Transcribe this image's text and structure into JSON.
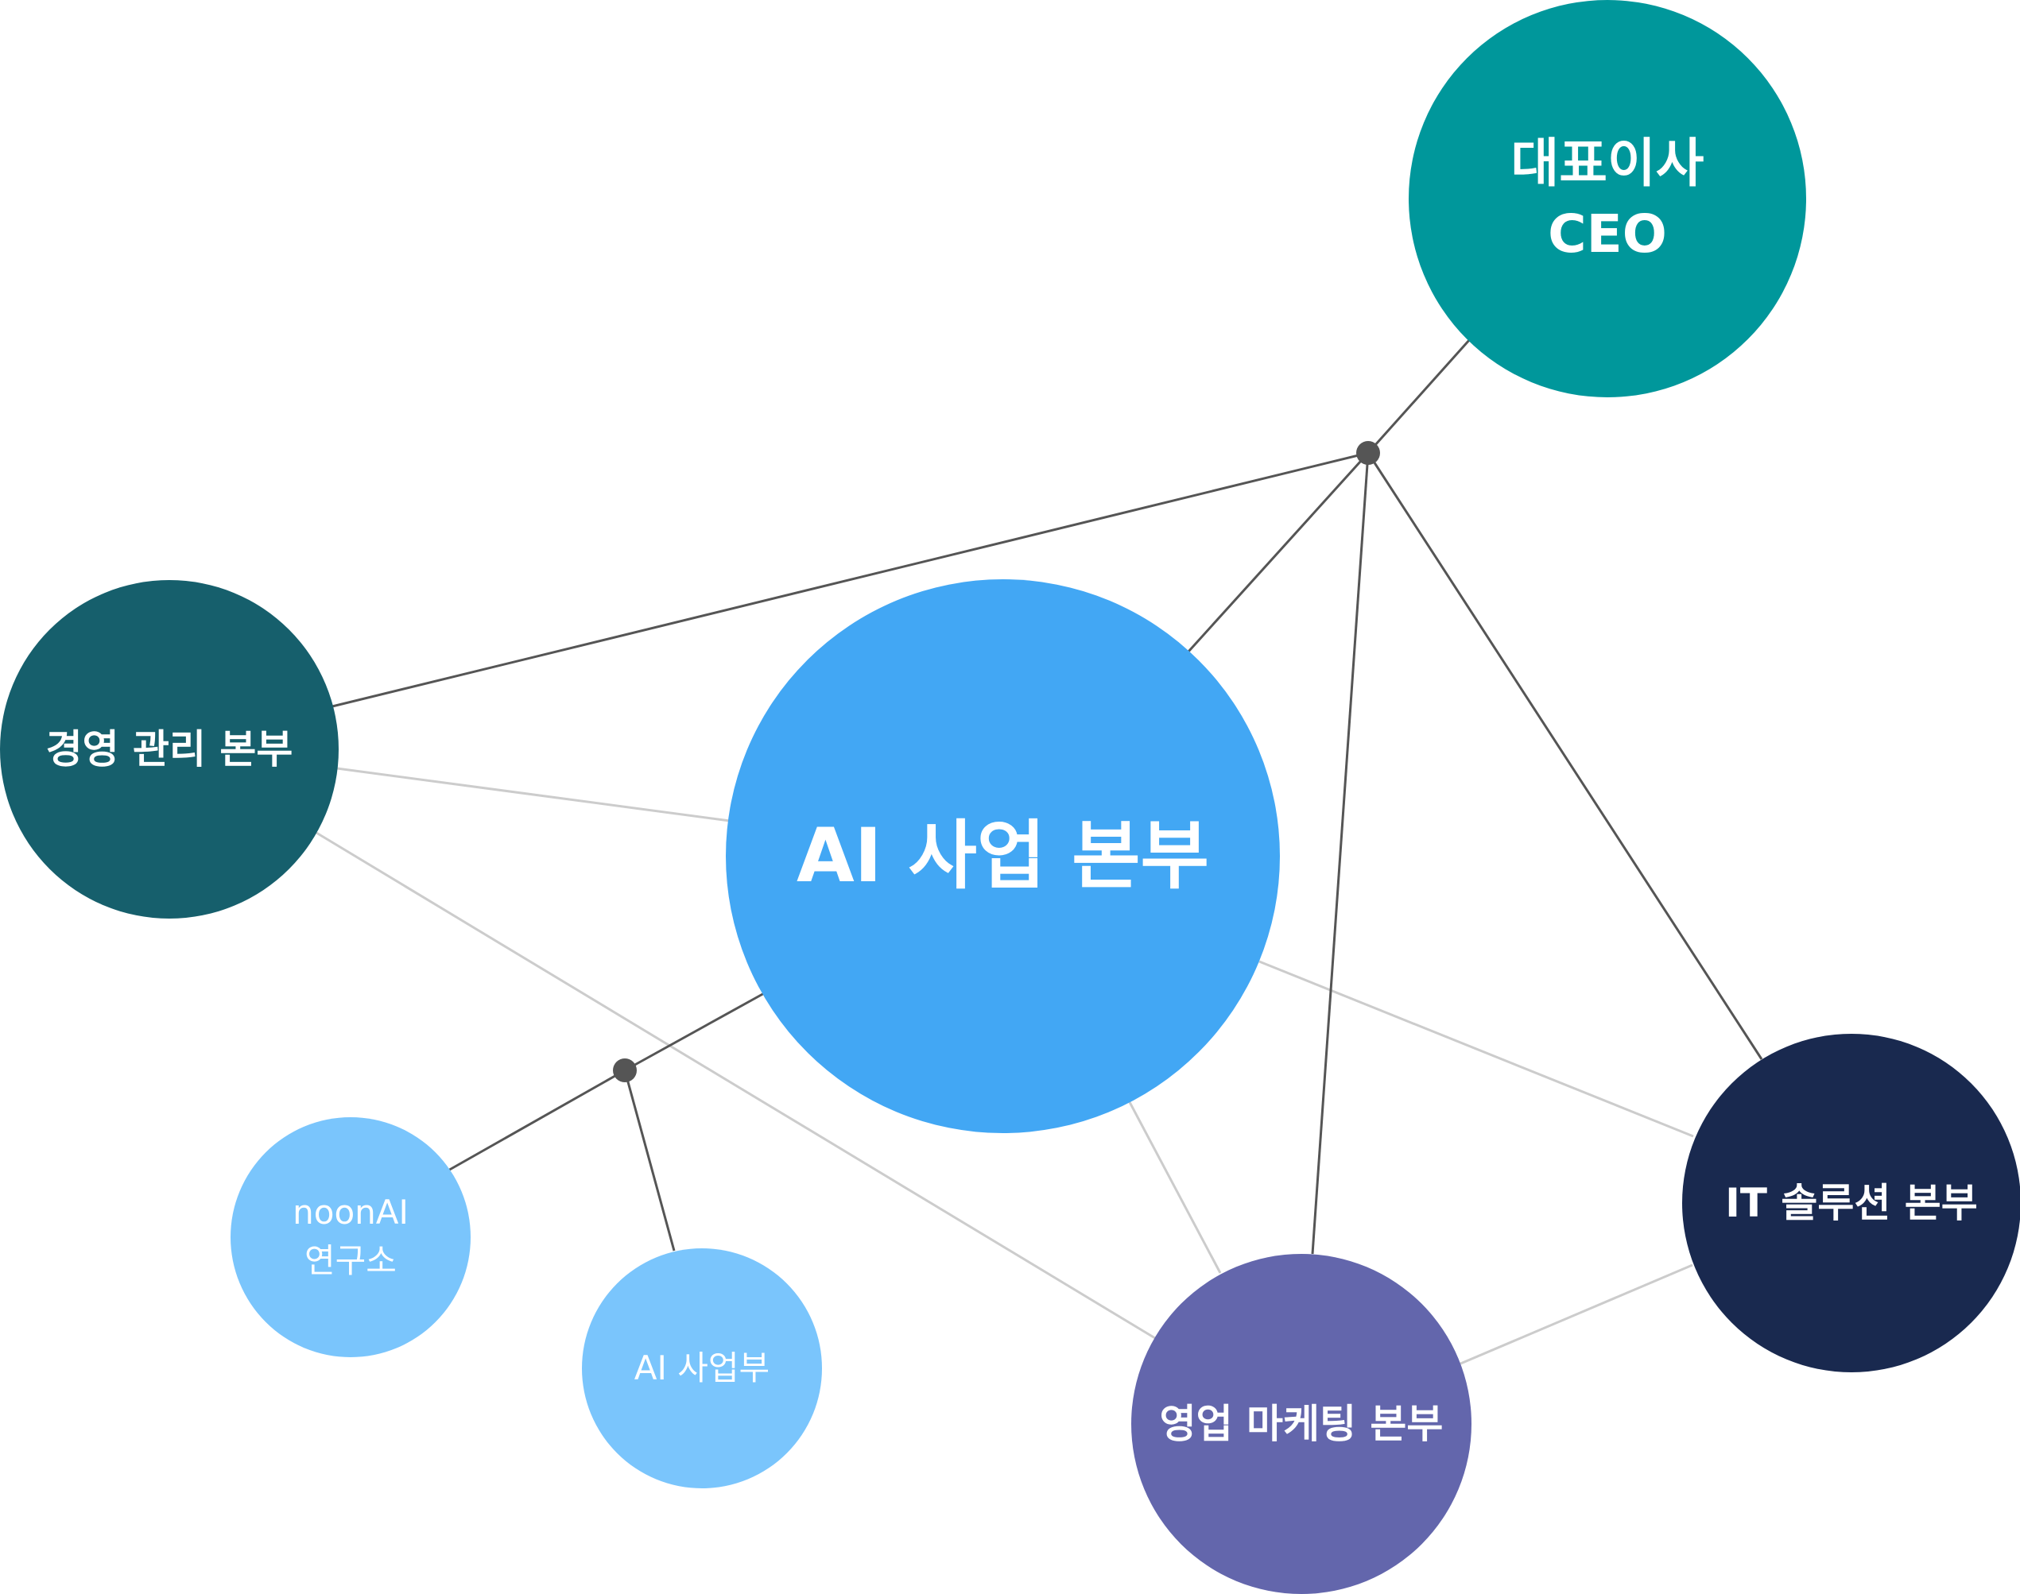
{
  "nodes": {
    "ceo": {
      "line1": "대표이사",
      "line2": "CEO",
      "color": "#00979B"
    },
    "management": {
      "label": "경영 관리 본부",
      "color": "#165F6C"
    },
    "ai_division": {
      "label": "AI 사업 본부",
      "color": "#42A7F4"
    },
    "noon_ai_lab": {
      "line1": "noonAI",
      "line2": "연구소",
      "color": "#7AC5FC"
    },
    "ai_department": {
      "label": "AI 사업부",
      "color": "#7AC5FC"
    },
    "sales_marketing": {
      "label": "영업 마케팅 본부",
      "color": "#6366AC"
    },
    "it_solution": {
      "label": "IT 솔루션 본부",
      "color": "#19294F"
    }
  },
  "colors": {
    "hierarchy_line": "#555555",
    "relation_line": "#CCCCCC",
    "junction": "#555555"
  }
}
